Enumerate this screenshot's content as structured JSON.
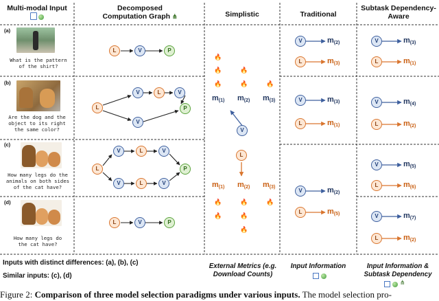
{
  "headers": {
    "multimodal": "Multi-modal Input",
    "graph": "Decomposed Computation Graph",
    "simplistic": "Simplistic",
    "traditional": "Traditional",
    "subtask": "Subtask Dependency-Aware"
  },
  "rows": [
    {
      "label": "(a)",
      "question": "What is the pattern of the shirt?"
    },
    {
      "label": "(b)",
      "question": "Are the dog and the object to its right the same color?"
    },
    {
      "label": "(c)",
      "question": "How many legs do the animals on both sides of the cat have?"
    },
    {
      "label": "(d)",
      "question": "How many legs do the cat have?"
    }
  ],
  "nodes": {
    "v": "V",
    "l": "L",
    "p": "P"
  },
  "flame_icon": "🔥",
  "simplistic_metrics": {
    "top": [
      {
        "m": "m",
        "s": "(1)"
      },
      {
        "m": "m",
        "s": "(2)"
      },
      {
        "m": "m",
        "s": "(3)"
      }
    ],
    "bottom": [
      {
        "m": "m",
        "s": "(1)"
      },
      {
        "m": "m",
        "s": "(2)"
      },
      {
        "m": "m",
        "s": "(3)"
      }
    ]
  },
  "traditional": {
    "group1": [
      {
        "m": "m",
        "s": "(2)"
      },
      {
        "m": "m",
        "s": "(3)"
      }
    ],
    "group2": [
      {
        "m": "m",
        "s": "(3)"
      },
      {
        "m": "m",
        "s": "(1)"
      }
    ],
    "group3": [
      {
        "m": "m",
        "s": "(2)"
      },
      {
        "m": "m",
        "s": "(5)"
      }
    ]
  },
  "subtask": [
    [
      {
        "m": "m",
        "s": "(3)"
      },
      {
        "m": "m",
        "s": "(1)"
      }
    ],
    [
      {
        "m": "m",
        "s": "(4)"
      },
      {
        "m": "m",
        "s": "(2)"
      }
    ],
    [
      {
        "m": "m",
        "s": "(5)"
      },
      {
        "m": "m",
        "s": "(6)"
      }
    ],
    [
      {
        "m": "m",
        "s": "(7)"
      },
      {
        "m": "m",
        "s": "(2)"
      }
    ]
  ],
  "bottom_notes": {
    "distinct": "Inputs with distinct differences: (a), (b), (c)",
    "similar": "Similar inputs: (c), (d)"
  },
  "footers": {
    "simplistic": "External Metrics (e.g. Download Counts)",
    "traditional": "Input Information",
    "subtask": "Input Information & Subtask Dependency"
  },
  "caption": {
    "prefix": "Figure 2: ",
    "bold": "Comparison of three model selection paradigms under various inputs.",
    "rest": " The model selection pro-"
  },
  "colors": {
    "blue": "#3d5f9e",
    "orange": "#d9752e",
    "green": "#5aa33c"
  }
}
